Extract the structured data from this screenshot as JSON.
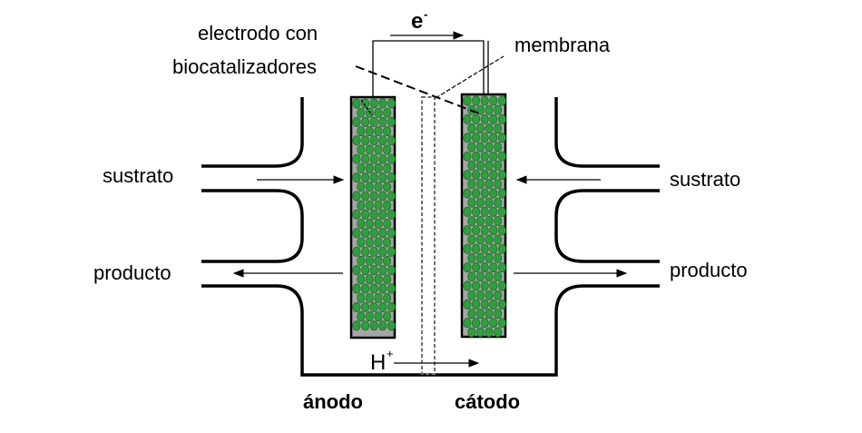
{
  "labels": {
    "electrode_line1": "electrodo con",
    "electrode_line2": "biocatalizadores",
    "membrane": "membrana",
    "electron": "e",
    "electron_sup": "-",
    "substrate_left": "sustrato",
    "substrate_right": "sustrato",
    "product_left": "producto",
    "product_right": "producto",
    "proton": "H",
    "proton_sup": "+",
    "anode": "ánodo",
    "cathode": "cátodo"
  },
  "colors": {
    "electrode_fill": "#a6a6a6",
    "particle": "#2e9e3e",
    "particle_stroke": "#1d5a22",
    "line": "#000000",
    "membrane": "#808080"
  }
}
